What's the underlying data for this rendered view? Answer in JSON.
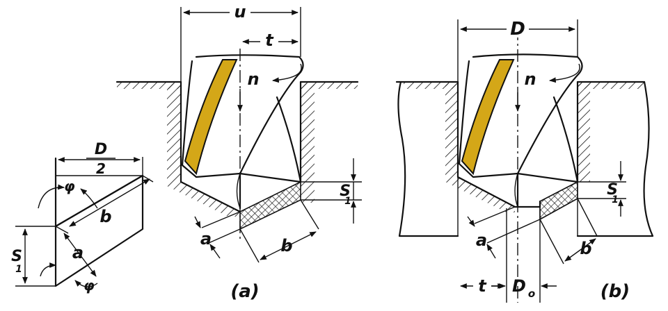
{
  "colors": {
    "insert": "#D4A718",
    "ink": "#111111",
    "background": "#ffffff"
  },
  "left_detail": {
    "d_top": "D",
    "d_bottom": "2",
    "phi_top": "φ",
    "phi_bottom": "φ",
    "b": "b",
    "a": "a",
    "s_label": "S",
    "s_sub": "1"
  },
  "fig_a": {
    "u": "u",
    "t": "t",
    "n": "n",
    "a": "a",
    "b": "b",
    "s_label": "S",
    "s_sub": "1",
    "caption": "(a)"
  },
  "fig_b": {
    "D": "D",
    "n": "n",
    "a": "a",
    "b": "b",
    "s_label": "S",
    "s_sub": "1",
    "t": "t",
    "d0_label": "D",
    "d0_sub": "o",
    "caption": "(b)"
  }
}
